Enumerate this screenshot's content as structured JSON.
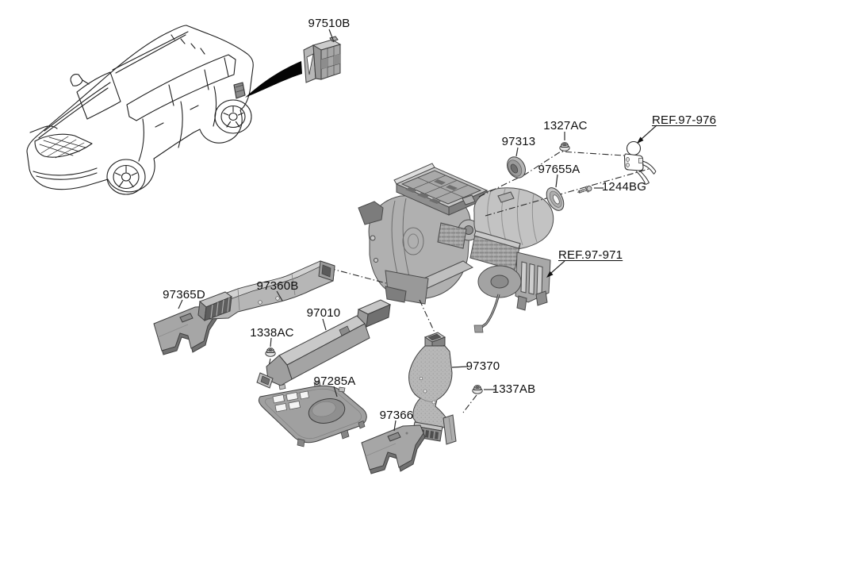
{
  "background": "#ffffff",
  "line_color": "#1c1c1c",
  "part_fill": "#b3b3b3",
  "callouts": [
    {
      "id": "97510B",
      "label": "97510B",
      "type": "part"
    },
    {
      "id": "97313",
      "label": "97313",
      "type": "part"
    },
    {
      "id": "1327AC",
      "label": "1327AC",
      "type": "part"
    },
    {
      "id": "REF.97-976",
      "label": "REF.97-976",
      "type": "reference"
    },
    {
      "id": "97655A",
      "label": "97655A",
      "type": "part"
    },
    {
      "id": "1244BG",
      "label": "1244BG",
      "type": "part"
    },
    {
      "id": "REF.97-971",
      "label": "REF.97-971",
      "type": "reference"
    },
    {
      "id": "97365D",
      "label": "97365D",
      "type": "part"
    },
    {
      "id": "97360B",
      "label": "97360B",
      "type": "part"
    },
    {
      "id": "97010",
      "label": "97010",
      "type": "part"
    },
    {
      "id": "1338AC",
      "label": "1338AC",
      "type": "part"
    },
    {
      "id": "97285A",
      "label": "97285A",
      "type": "part"
    },
    {
      "id": "97370",
      "label": "97370",
      "type": "part"
    },
    {
      "id": "1337AB",
      "label": "1337AB",
      "type": "part"
    },
    {
      "id": "97366",
      "label": "97366",
      "type": "part"
    }
  ]
}
